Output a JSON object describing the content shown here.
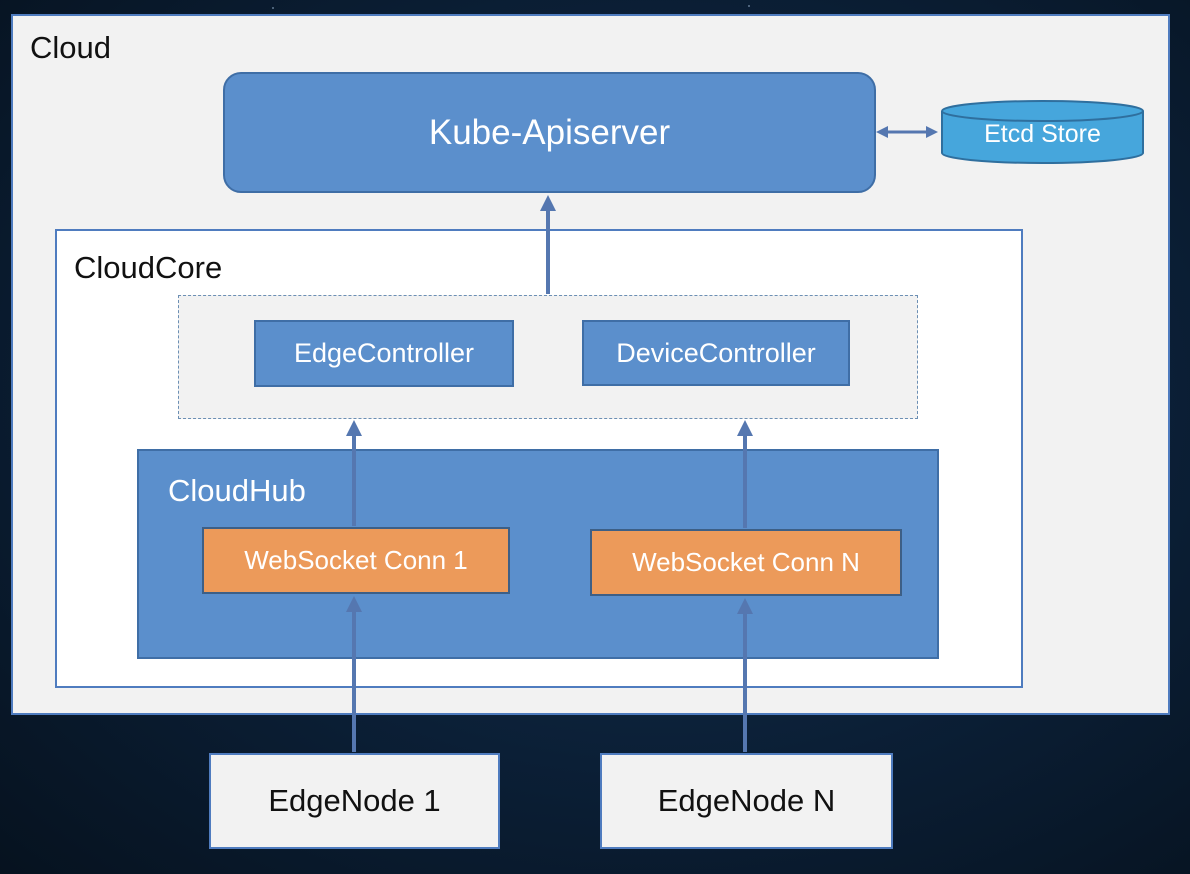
{
  "cloud": {
    "label": "Cloud"
  },
  "apiserver": {
    "label": "Kube-Apiserver"
  },
  "etcd": {
    "label": "Etcd Store"
  },
  "cloudcore": {
    "label": "CloudCore",
    "controllers": [
      {
        "label": "EdgeController"
      },
      {
        "label": "DeviceController"
      }
    ]
  },
  "cloudhub": {
    "label": "CloudHub",
    "connections": [
      {
        "label": "WebSocket Conn 1"
      },
      {
        "label": "WebSocket Conn N"
      }
    ]
  },
  "edge_nodes": [
    {
      "label": "EdgeNode 1"
    },
    {
      "label": "EdgeNode N"
    }
  ],
  "colors": {
    "blue_box": "#5b8fcc",
    "orange_box": "#ec9a5a",
    "etcd": "#46a6dc",
    "arrow": "#5577b0",
    "background": "#0b1f36"
  }
}
